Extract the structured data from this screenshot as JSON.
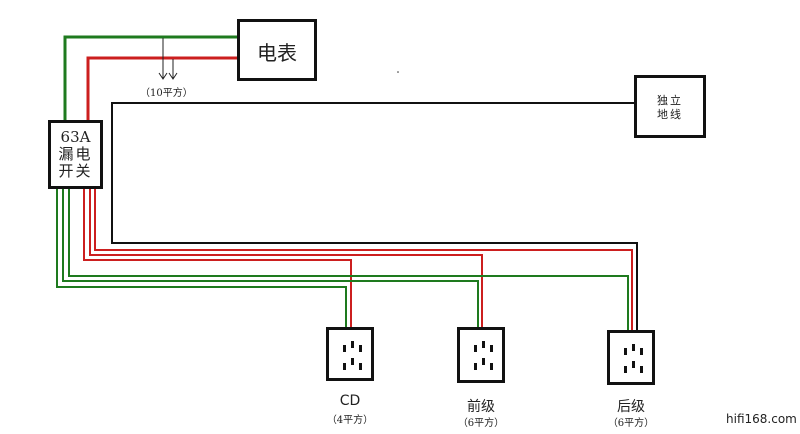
{
  "diagram": {
    "title": "",
    "colors": {
      "live": "#cc1f1f",
      "earth": "#1e7a1e",
      "ground": "#111111"
    },
    "meter": {
      "label": "电表"
    },
    "main_cable": {
      "spec": "（10平方）"
    },
    "breaker": {
      "line1": "63A",
      "line2": "漏电",
      "line3": "开关"
    },
    "independent_ground": {
      "line1": "独立",
      "line2": "地线"
    },
    "outlets": [
      {
        "name": "CD",
        "spec": "（4平方）"
      },
      {
        "name": "前级",
        "spec": "（6平方）"
      },
      {
        "name": "后级",
        "spec": "（6平方）"
      }
    ],
    "watermark": "hifi168.com"
  }
}
